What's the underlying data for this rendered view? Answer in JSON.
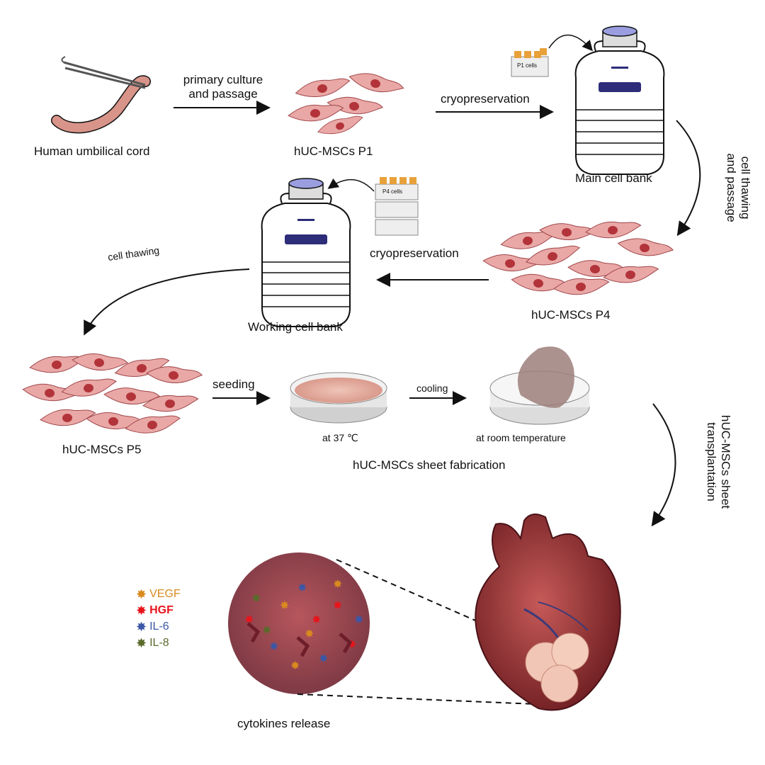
{
  "labels": {
    "cord": "Human umbilical cord",
    "primary_culture": "primary culture\nand passage",
    "p1": "hUC-MSCs P1",
    "cryo1": "cryopreservation",
    "main_bank": "Main cell bank",
    "thaw_passage": "cell thawing\nand passage",
    "p4": "hUC-MSCs P4",
    "cryo2": "cryopreservation",
    "working_bank": "Working cell bank",
    "cell_thawing": "cell thawing",
    "p5": "hUC-MSCs P5",
    "seeding": "seeding",
    "at37": "at 37 ℃",
    "cooling": "cooling",
    "room_temp": "at room temperature",
    "sheet_fab": "hUC-MSCs sheet fabrication",
    "transplant": "hUC-MSCs sheet\ntransplantation",
    "cytokines": "cytokines release",
    "p1_cells": "P1 cells",
    "p4_cells": "P4 cells"
  },
  "legend": [
    {
      "name": "VEGF",
      "color": "#d98a1e"
    },
    {
      "name": "HGF",
      "color": "#e8141c"
    },
    {
      "name": "IL-6",
      "color": "#3c57a6"
    },
    {
      "name": "IL-8",
      "color": "#5a6b2c"
    }
  ],
  "colors": {
    "cell_fill": "#e9a8a6",
    "cell_nucleus": "#b2343a",
    "tank_lid": "#9a9ee0",
    "tank_label": "#2d2d7a",
    "dish_fill": "#e6b4a8",
    "heart": "#a8333a"
  }
}
